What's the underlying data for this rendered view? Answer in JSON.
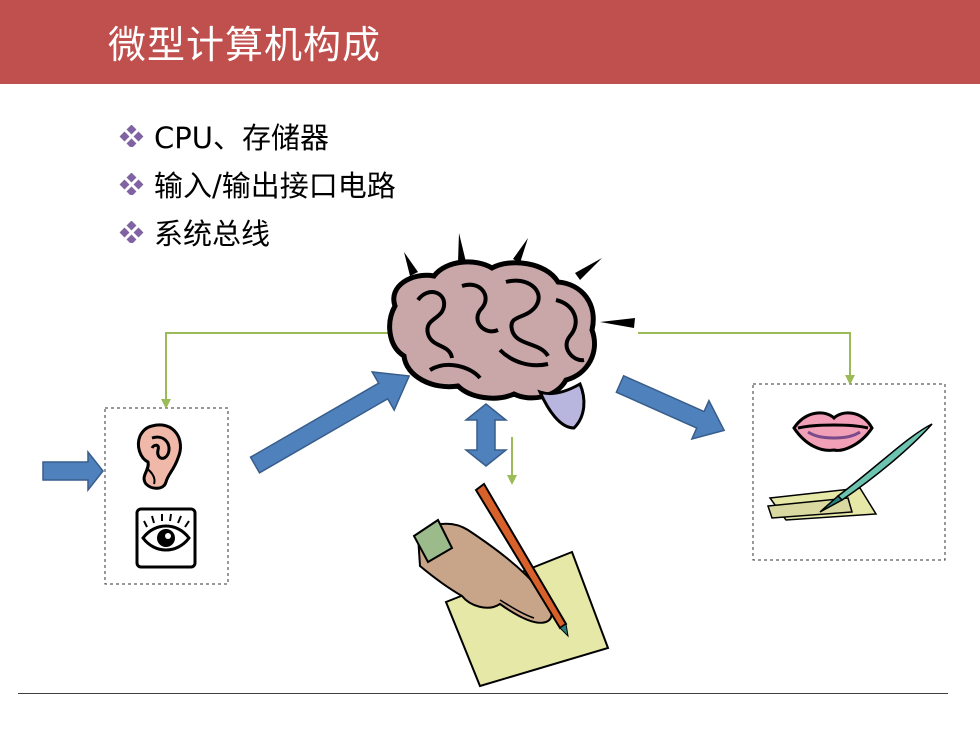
{
  "slide": {
    "title": "微型计算机构成",
    "bullets": [
      {
        "text": "CPU、存储器",
        "marker": "diamond-bullet-icon"
      },
      {
        "text": "输入/输出接口电路",
        "marker": "diamond-bullet-icon"
      },
      {
        "text": "系统总线",
        "marker": "diamond-bullet-icon"
      }
    ]
  },
  "diagram": {
    "nodes": [
      {
        "id": "brain",
        "icon": "brain-icon",
        "role": "processor"
      },
      {
        "id": "input-devices",
        "icons": [
          "ear-icon",
          "eye-icon"
        ],
        "role": "input"
      },
      {
        "id": "writing",
        "icon": "hand-writing-pen-icon",
        "role": "memory"
      },
      {
        "id": "output-devices",
        "icons": [
          "lips-icon",
          "quill-paper-icon"
        ],
        "role": "output"
      }
    ],
    "arrows": [
      {
        "id": "external-in",
        "to": "input-devices",
        "style": "block",
        "color": "#4f81bd"
      },
      {
        "id": "input-to-brain",
        "from": "input-devices",
        "to": "brain",
        "style": "block",
        "color": "#4f81bd"
      },
      {
        "id": "brain-to-output",
        "from": "brain",
        "to": "output-devices",
        "style": "block",
        "color": "#4f81bd"
      },
      {
        "id": "brain-memory",
        "from": "brain",
        "to": "writing",
        "style": "double-block",
        "color": "#4f81bd"
      },
      {
        "id": "brain-to-input-ctrl",
        "from": "brain",
        "to": "input-devices",
        "style": "line",
        "color": "#9bbb59"
      },
      {
        "id": "brain-to-output-ctrl",
        "from": "brain",
        "to": "output-devices",
        "style": "line",
        "color": "#9bbb59"
      },
      {
        "id": "brain-to-writing-ctrl",
        "from": "brain",
        "to": "writing",
        "style": "line",
        "color": "#9bbb59"
      }
    ]
  },
  "colors": {
    "title_bar": "#c0504d",
    "title_text": "#ffffff",
    "bullet_marker": "#8064a2",
    "block_arrow": "#4f81bd",
    "control_line": "#9bbb59",
    "box_border": "#333333",
    "paper": "#e6e8a8",
    "brain": "#c9a7a9",
    "lips": "#f2a0b8"
  }
}
